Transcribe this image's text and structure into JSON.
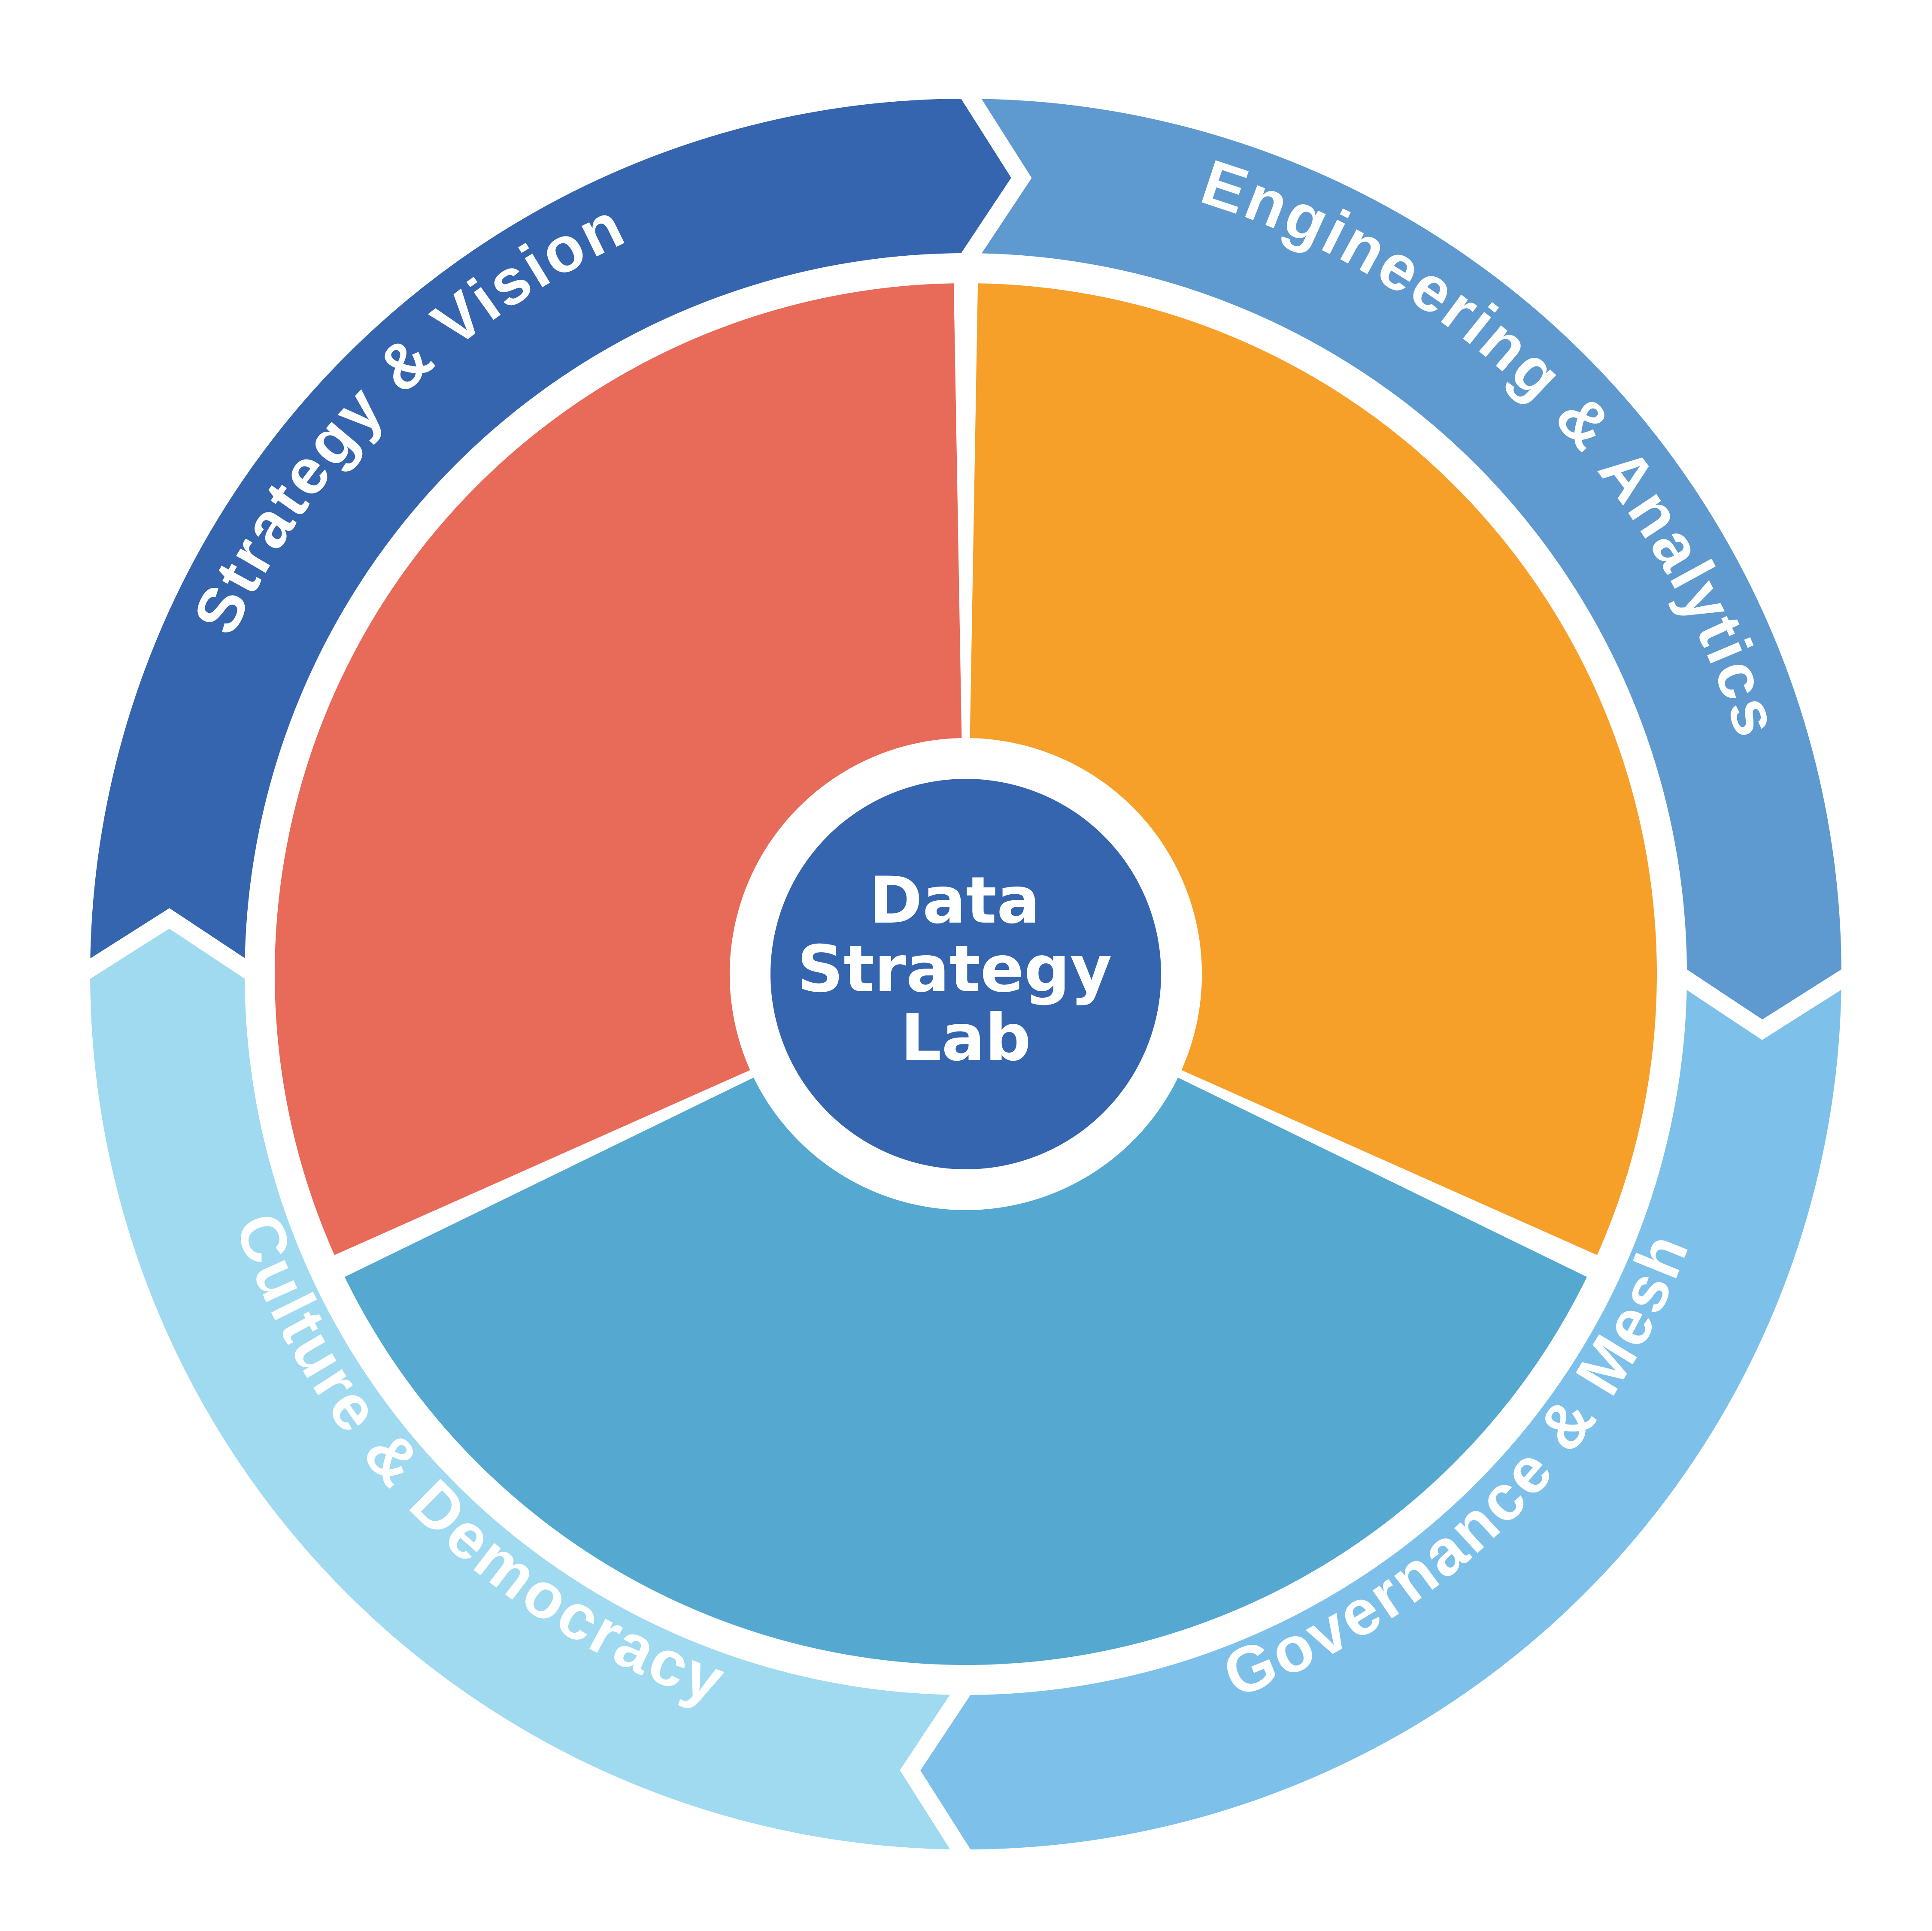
{
  "hub": {
    "lines": [
      "Data",
      "Strategy",
      "Lab"
    ],
    "color": "#3565AE"
  },
  "ring": [
    {
      "label": "Strategy & Vision",
      "color": "#3565AE"
    },
    {
      "label": "Engineering & Analytics",
      "color": "#5E9ACF"
    },
    {
      "label": "Governance & Mesh",
      "color": "#7DC1EB"
    },
    {
      "label": "Culture & Democracy",
      "color": "#A0DAF0"
    }
  ],
  "wedges": [
    {
      "color": "#E86A58"
    },
    {
      "color": "#F6A02A"
    },
    {
      "color": "#55A9D0"
    }
  ]
}
